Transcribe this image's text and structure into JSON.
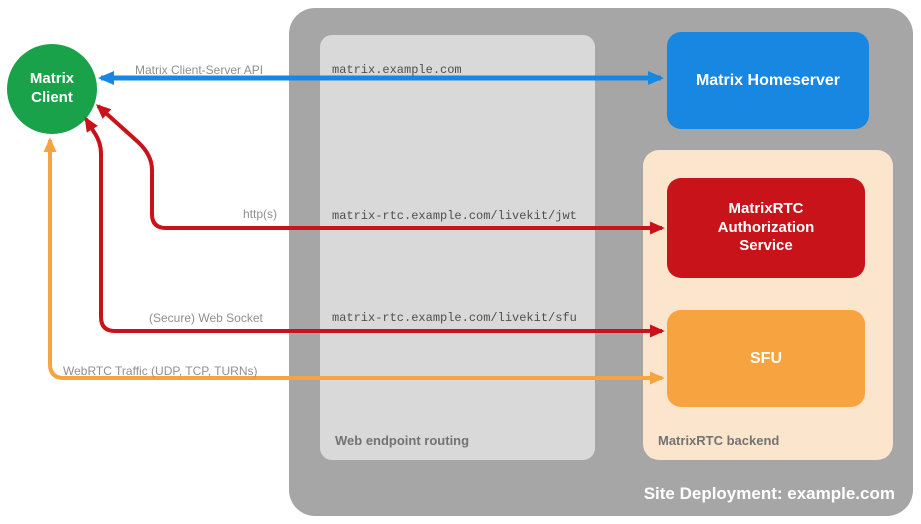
{
  "diagram": {
    "site": {
      "title": "Site Deployment: example.com"
    },
    "client": {
      "label": "Matrix\nClient"
    },
    "homeserver": {
      "label": "Matrix Homeserver"
    },
    "auth_service": {
      "label": "MatrixRTC Authorization Service"
    },
    "sfu": {
      "label": "SFU"
    },
    "routing": {
      "label": "Web endpoint routing",
      "endpoints": [
        "matrix.example.com",
        "matrix-rtc.example.com/livekit/jwt",
        "matrix-rtc.example.com/livekit/sfu"
      ]
    },
    "backend": {
      "label": "MatrixRTC backend"
    },
    "connections": [
      {
        "label": "Matrix Client-Server API",
        "from": "Matrix Client",
        "to": "Matrix Homeserver",
        "color": "#1787e1"
      },
      {
        "label": "http(s)",
        "from": "Matrix Client",
        "to": "MatrixRTC Authorization Service",
        "color": "#c9131a"
      },
      {
        "label": "(Secure) Web Socket",
        "from": "Matrix Client",
        "to": "SFU",
        "color": "#c9131a"
      },
      {
        "label": "WebRTC Traffic (UDP, TCP, TURNs)",
        "from": "Matrix Client",
        "to": "SFU",
        "color": "#f7a440"
      }
    ],
    "colors": {
      "client_green": "#1aa24a",
      "homeserver_blue": "#1787e1",
      "auth_red": "#c9131a",
      "sfu_orange": "#f7a440",
      "container_gray": "#a6a6a6",
      "routing_gray": "#d9d9d9",
      "backend_peach": "#fce5cd"
    }
  }
}
